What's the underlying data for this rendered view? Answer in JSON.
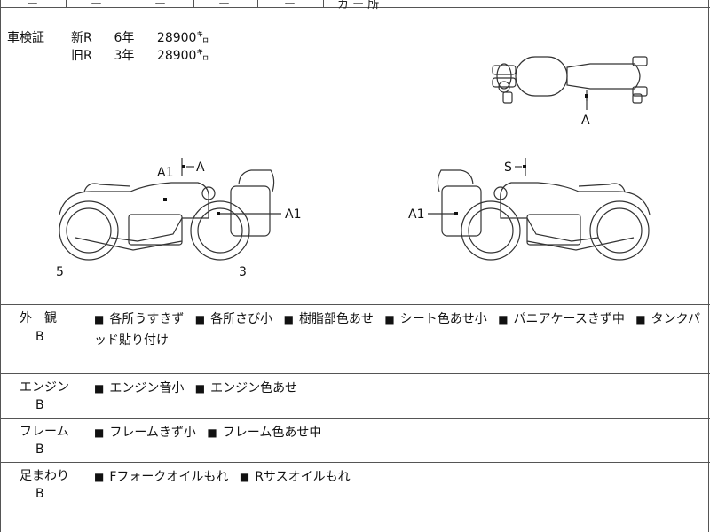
{
  "header_fragments": [
    "ー",
    "ー",
    "ー",
    "ー",
    "ー",
    "カ ー  所"
  ],
  "inspection": {
    "label": "車検証",
    "rows": [
      {
        "type": "新R",
        "years": "6年",
        "km": "28900㌔"
      },
      {
        "type": "旧R",
        "years": "3年",
        "km": "28900㌔"
      }
    ]
  },
  "diagram_labels": {
    "top_view": "A",
    "left_side": [
      "A1",
      "A",
      "A1",
      "5",
      "3"
    ],
    "right_side": [
      "S",
      "A1"
    ]
  },
  "sections": [
    {
      "category": "外　観",
      "grade": "B",
      "notes": [
        "■",
        "各所うすきず",
        "■",
        "各所さび小",
        "■",
        "樹脂部色あせ",
        "■",
        "シート色あせ小",
        "■",
        "パニアケースきず中",
        "■",
        "タンクパッド貼り付け"
      ]
    },
    {
      "category": "エンジン",
      "grade": "B",
      "notes": [
        "■",
        "エンジン音小",
        "■",
        "エンジン色あせ"
      ]
    },
    {
      "category": "フレーム",
      "grade": "B",
      "notes": [
        "■",
        "フレームきず小",
        "■",
        "フレーム色あせ中"
      ]
    },
    {
      "category": "足まわり",
      "grade": "B",
      "notes": [
        "■",
        "Fフォークオイルもれ",
        "■",
        "Rサスオイルもれ"
      ]
    }
  ]
}
